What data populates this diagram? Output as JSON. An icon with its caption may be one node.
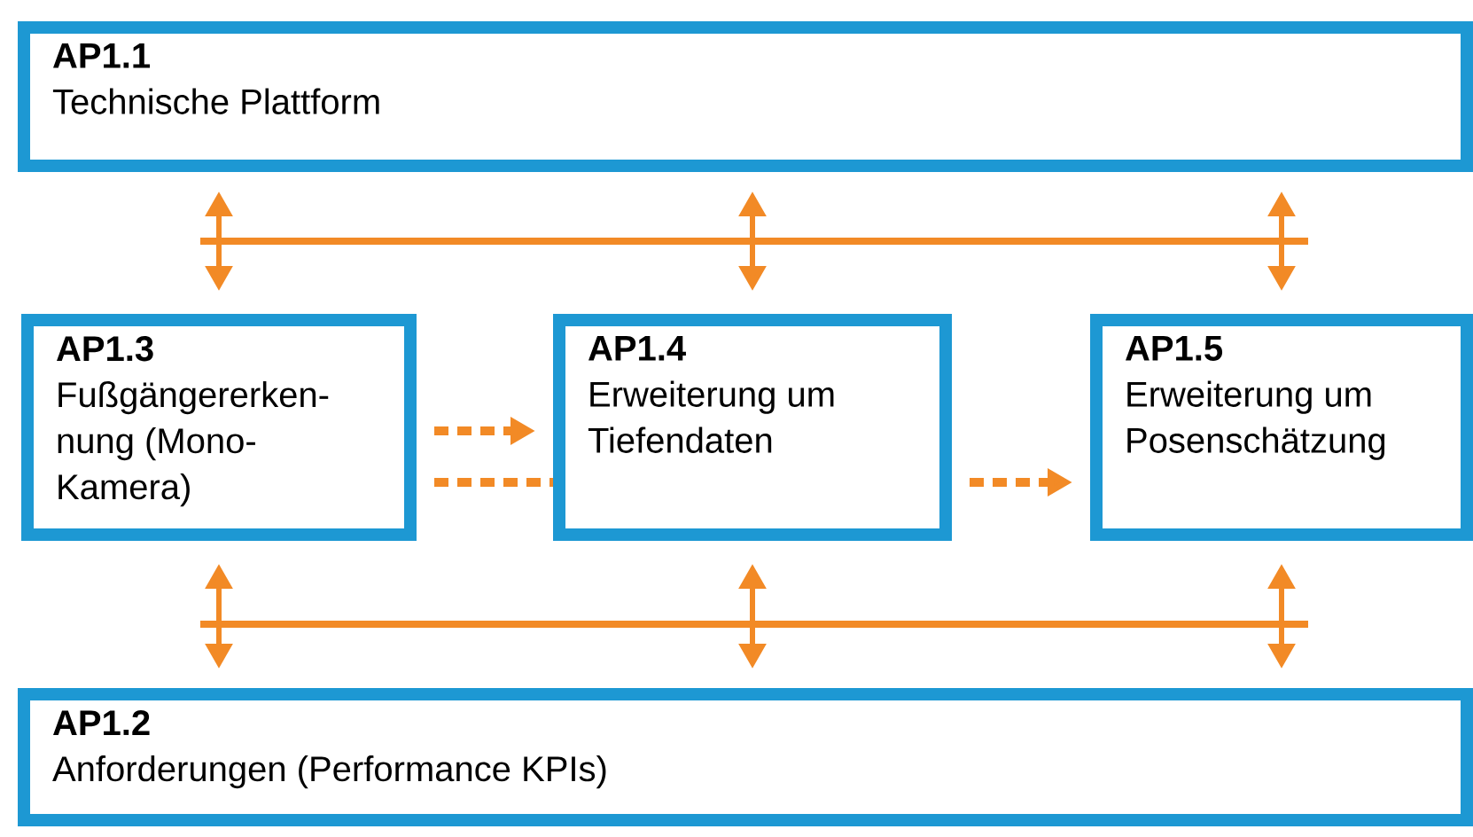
{
  "diagram": {
    "nodes": [
      {
        "text": [
          "AP1.1",
          "Technische Plattform"
        ]
      },
      {
        "text": [
          "AP1.3",
          "Fußgängererken- nung (Mono- Kamera)"
        ]
      },
      {
        "text": [
          "AP1.4",
          "Erweiterung um Tiefendaten"
        ]
      },
      {
        "text": [
          "AP1.5",
          "Erweiterung um Posenschätzung"
        ]
      },
      {
        "text": [
          "AP1.2",
          "Anforderungen (Performance KPIs)"
        ]
      }
    ],
    "edges": [
      {
        "from": 0,
        "to": 1,
        "arrow": "both"
      },
      {
        "from": 0,
        "to": 2,
        "arrow": "both"
      },
      {
        "from": 0,
        "to": 3,
        "arrow": "both"
      },
      {
        "from": 1,
        "to": 2,
        "arrow": "to",
        "style": "dashed"
      },
      {
        "from": 1,
        "to": 2,
        "arrow": "none",
        "style": "dashed"
      },
      {
        "from": 2,
        "to": 3,
        "arrow": "to",
        "style": "dashed"
      },
      {
        "from": 4,
        "to": 1,
        "arrow": "both"
      },
      {
        "from": 4,
        "to": 2,
        "arrow": "both"
      },
      {
        "from": 4,
        "to": 3,
        "arrow": "both"
      }
    ]
  }
}
